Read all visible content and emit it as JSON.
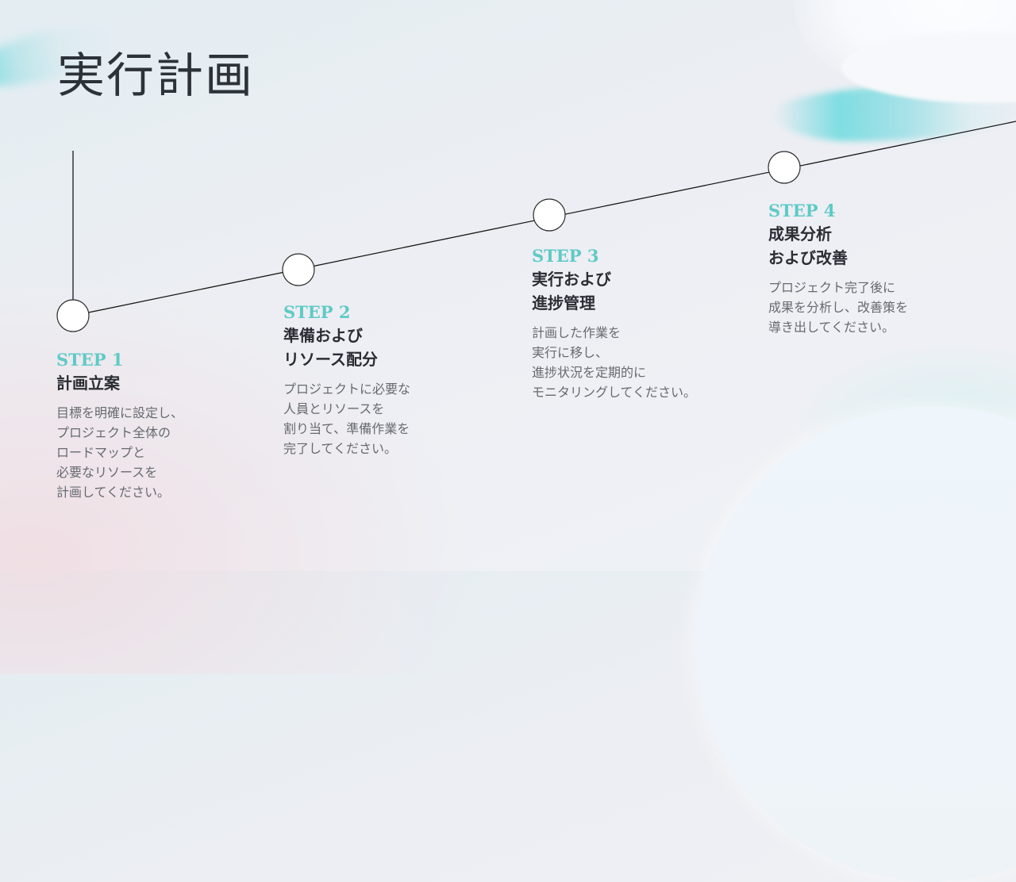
{
  "slide": {
    "title": "実行計画"
  },
  "colors": {
    "accent": "#5fcac6",
    "heading": "#2a2d33",
    "body": "#666a70",
    "line": "#1a1a1a"
  },
  "steps": [
    {
      "label": "STEP 1",
      "heading": "計画立案",
      "description": "目標を明確に設定し、\nプロジェクト全体の\nロードマップと\n必要なリソースを\n計画してください。"
    },
    {
      "label": "STEP 2",
      "heading": "準備および\nリソース配分",
      "description": "プロジェクトに必要な\n人員とリソースを\n割り当て、準備作業を\n完了してください。"
    },
    {
      "label": "STEP 3",
      "heading": "実行および\n進捗管理",
      "description": "計画した作業を\n実行に移し、\n進捗状況を定期的に\nモニタリングしてください。"
    },
    {
      "label": "STEP 4",
      "heading": "成果分析\nおよび改善",
      "description": "プロジェクト完了後に\n成果を分析し、改善策を\n導き出してください。"
    }
  ]
}
